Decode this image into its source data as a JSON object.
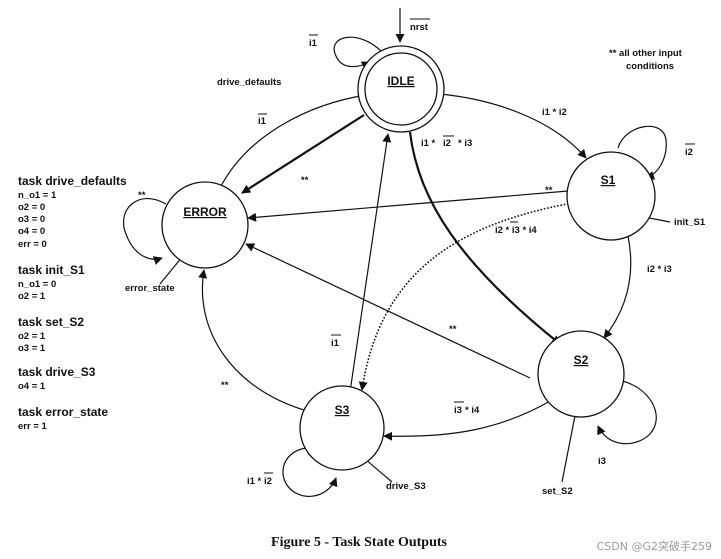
{
  "states": {
    "idle": "IDLE",
    "s1": "S1",
    "s2": "S2",
    "s3": "S3",
    "error": "ERROR"
  },
  "labels": {
    "nrst": "nrst",
    "idle_self": "i1",
    "drive_defaults": "drive_defaults",
    "error_to_idle": "i1",
    "note": [
      "** all other input",
      "conditions"
    ],
    "idle_to_s1": "i1 * i2",
    "idle_to_s2": [
      "i1 *",
      "i2",
      "* i3"
    ],
    "s1_self": "i2",
    "star_idle_error": "**",
    "star_s1_error": "**",
    "s1_to_s3": "i2 * i3 * i4",
    "init_s1": "init_S1",
    "s1_to_s2": "i2 * i3",
    "error_self": "**",
    "error_state": "error_state",
    "star_s2_error": "**",
    "s3_to_idle": "i1",
    "star_s3_error": "**",
    "s2_to_s3": [
      "i3",
      "* i4"
    ],
    "s2_self": "i3",
    "s3_self": [
      "i1 *",
      "i2"
    ],
    "drive_s3": "drive_S3",
    "set_s2": "set_S2"
  },
  "tasks": [
    {
      "title": "task drive_defaults",
      "lines": [
        "n_o1 = 1",
        "o2 = 0",
        "o3 = 0",
        "o4 = 0",
        "err = 0"
      ]
    },
    {
      "title": "task init_S1",
      "lines": [
        "n_o1 = 0",
        "o2 = 1"
      ]
    },
    {
      "title": "task set_S2",
      "lines": [
        "o2 = 1",
        "o3 = 1"
      ]
    },
    {
      "title": "task drive_S3",
      "lines": [
        "o4 = 1"
      ]
    },
    {
      "title": "task error_state",
      "lines": [
        "err = 1"
      ]
    }
  ],
  "caption": "Figure 5 - Task State Outputs",
  "watermark": "CSDN @G2突破手259"
}
